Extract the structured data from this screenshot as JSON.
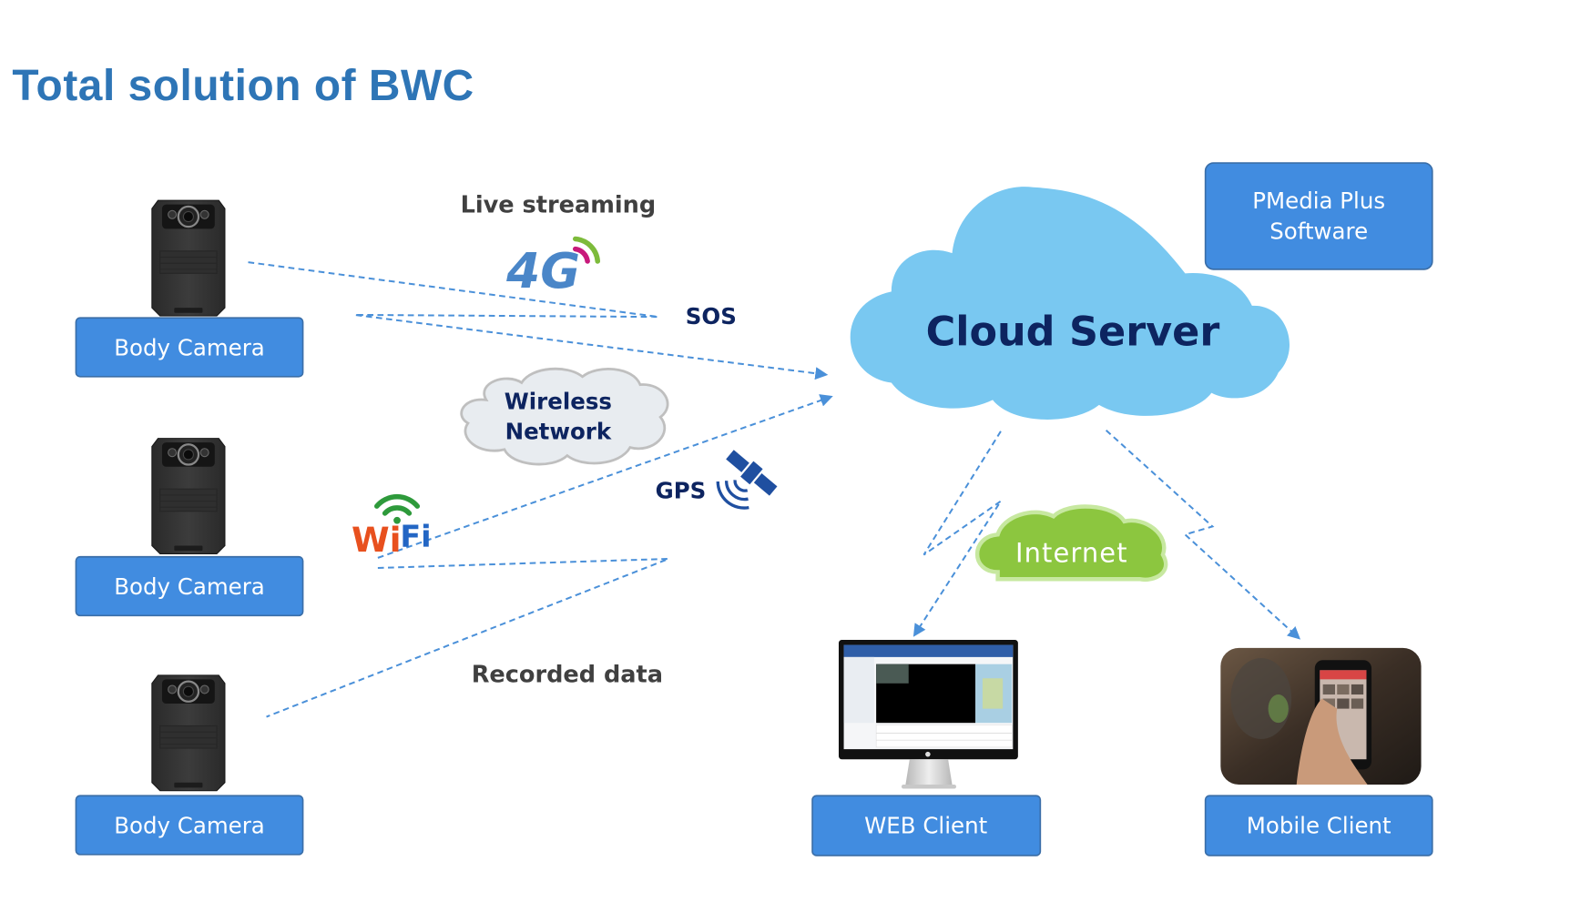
{
  "title": "Total solution of BWC",
  "devices": [
    {
      "label": "Body Camera"
    },
    {
      "label": "Body Camera"
    },
    {
      "label": "Body Camera"
    }
  ],
  "transport_labels": {
    "live_streaming": "Live streaming",
    "sos": "SOS",
    "gps": "GPS",
    "recorded_data": "Recorded data"
  },
  "icons": {
    "cellular": {
      "name": "4g-icon",
      "text": "4G"
    },
    "wifi": {
      "name": "wifi-icon",
      "text": "WiFi"
    },
    "satellite": {
      "name": "satellite-icon"
    }
  },
  "wireless_network": {
    "line1": "Wireless",
    "line2": "Network"
  },
  "cloud_server": {
    "label": "Cloud Server"
  },
  "software": {
    "line1": "PMedia Plus",
    "line2": "Software"
  },
  "internet": {
    "label": "Internet"
  },
  "clients": [
    {
      "label": "WEB Client"
    },
    {
      "label": "Mobile Client"
    }
  ],
  "colors": {
    "title": "#2e75b6",
    "box": "#418ce0",
    "cloud": "#79c8f1",
    "internet": "#8cc63f",
    "dash": "#4a90d9",
    "navy": "#0d2460"
  }
}
